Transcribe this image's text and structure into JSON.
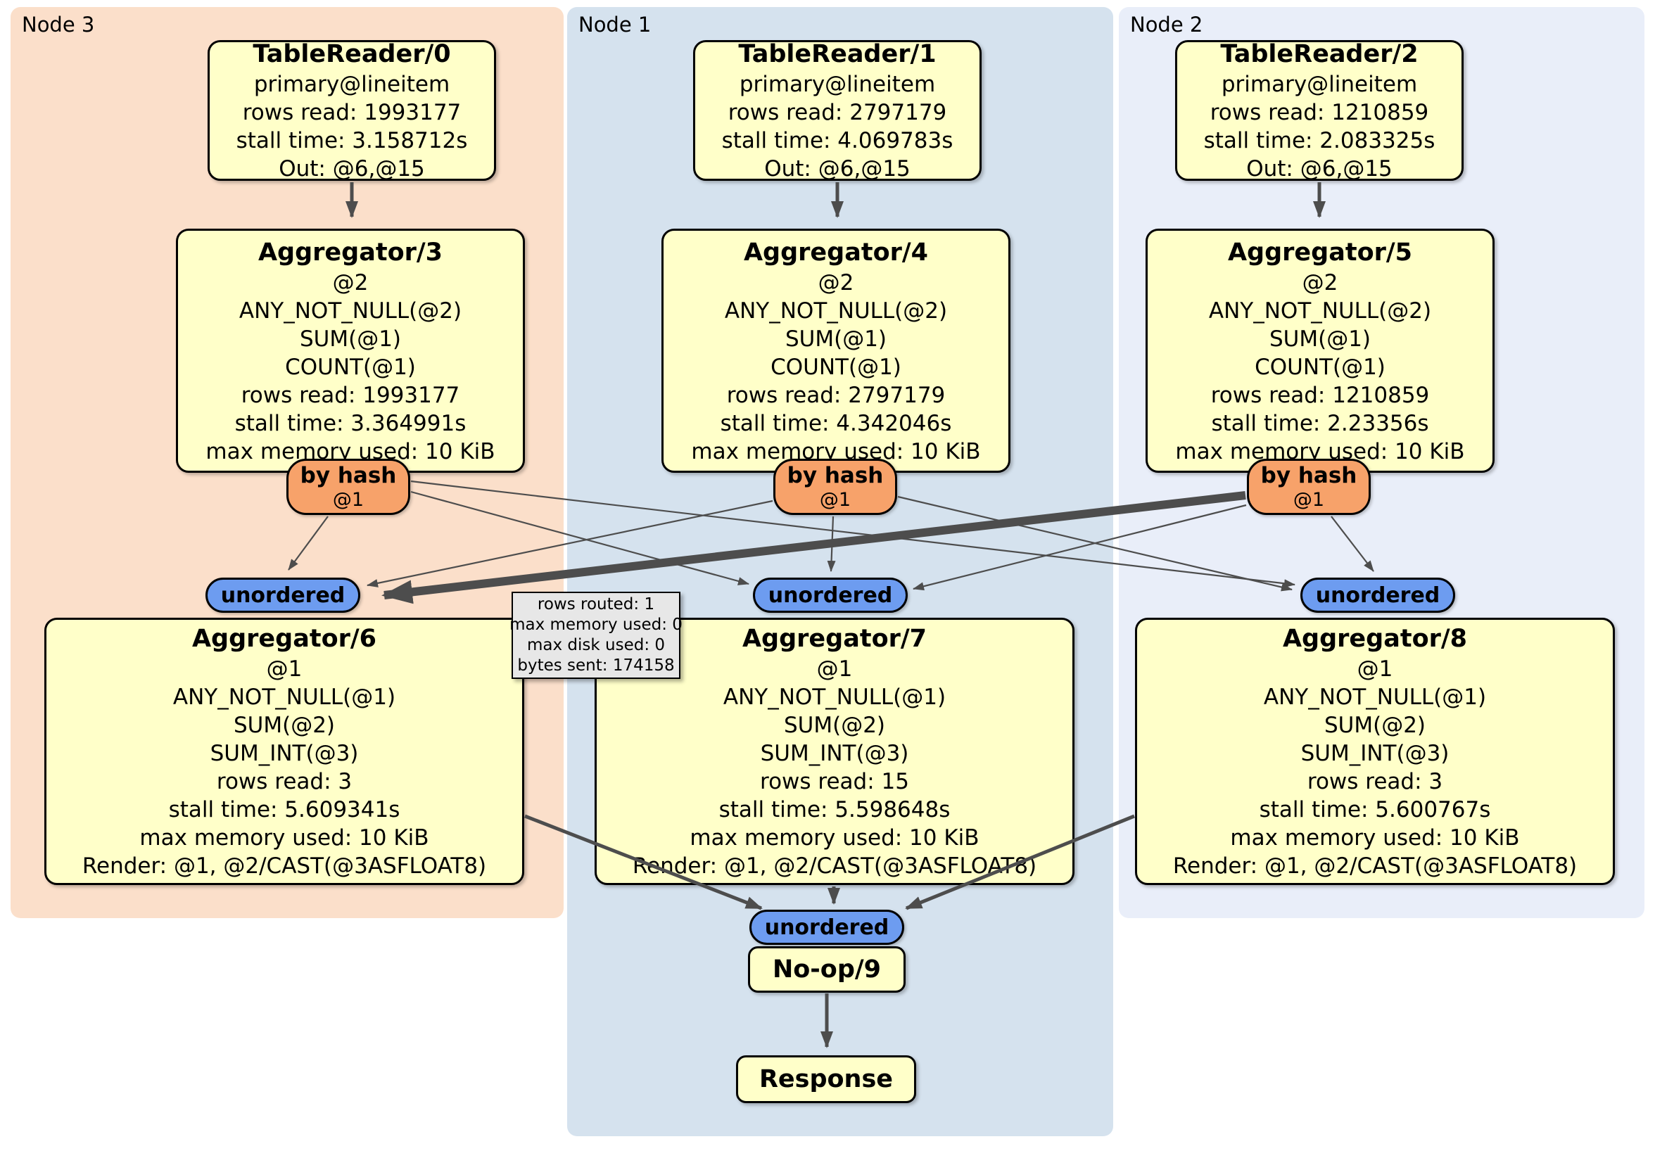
{
  "panels": {
    "node3": {
      "label": "Node 3"
    },
    "node1": {
      "label": "Node 1"
    },
    "node2": {
      "label": "Node 2"
    }
  },
  "processors": {
    "tr0": {
      "title": "TableReader/0",
      "lines": [
        "primary@lineitem",
        "rows read: 1993177",
        "stall time: 3.158712s",
        "Out: @6,@15"
      ]
    },
    "tr1": {
      "title": "TableReader/1",
      "lines": [
        "primary@lineitem",
        "rows read: 2797179",
        "stall time: 4.069783s",
        "Out: @6,@15"
      ]
    },
    "tr2": {
      "title": "TableReader/2",
      "lines": [
        "primary@lineitem",
        "rows read: 1210859",
        "stall time: 2.083325s",
        "Out: @6,@15"
      ]
    },
    "agg3": {
      "title": "Aggregator/3",
      "lines": [
        "@2",
        "ANY_NOT_NULL(@2)",
        "SUM(@1)",
        "COUNT(@1)",
        "rows read: 1993177",
        "stall time: 3.364991s",
        "max memory used: 10 KiB"
      ]
    },
    "agg4": {
      "title": "Aggregator/4",
      "lines": [
        "@2",
        "ANY_NOT_NULL(@2)",
        "SUM(@1)",
        "COUNT(@1)",
        "rows read: 2797179",
        "stall time: 4.342046s",
        "max memory used: 10 KiB"
      ]
    },
    "agg5": {
      "title": "Aggregator/5",
      "lines": [
        "@2",
        "ANY_NOT_NULL(@2)",
        "SUM(@1)",
        "COUNT(@1)",
        "rows read: 1210859",
        "stall time: 2.23356s",
        "max memory used: 10 KiB"
      ]
    },
    "agg6": {
      "title": "Aggregator/6",
      "lines": [
        "@1",
        "ANY_NOT_NULL(@1)",
        "SUM(@2)",
        "SUM_INT(@3)",
        "rows read: 3",
        "stall time: 5.609341s",
        "max memory used: 10 KiB",
        "Render: @1, @2/CAST(@3ASFLOAT8)"
      ]
    },
    "agg7": {
      "title": "Aggregator/7",
      "lines": [
        "@1",
        "ANY_NOT_NULL(@1)",
        "SUM(@2)",
        "SUM_INT(@3)",
        "rows read: 15",
        "stall time: 5.598648s",
        "max memory used: 10 KiB",
        "Render: @1, @2/CAST(@3ASFLOAT8)"
      ]
    },
    "agg8": {
      "title": "Aggregator/8",
      "lines": [
        "@1",
        "ANY_NOT_NULL(@1)",
        "SUM(@2)",
        "SUM_INT(@3)",
        "rows read: 3",
        "stall time: 5.600767s",
        "max memory used: 10 KiB",
        "Render: @1, @2/CAST(@3ASFLOAT8)"
      ]
    },
    "noop": {
      "title": "No-op/9"
    },
    "response": {
      "title": "Response"
    }
  },
  "routers": {
    "r3": {
      "label": "by hash",
      "detail": "@1"
    },
    "r4": {
      "label": "by hash",
      "detail": "@1"
    },
    "r5": {
      "label": "by hash",
      "detail": "@1"
    }
  },
  "syncs": {
    "s6": {
      "label": "unordered"
    },
    "s7": {
      "label": "unordered"
    },
    "s8": {
      "label": "unordered"
    },
    "s9": {
      "label": "unordered"
    }
  },
  "tooltip": {
    "lines": [
      "rows routed: 1",
      "max memory used: 0",
      "max disk used: 0",
      "bytes sent: 174158"
    ]
  },
  "colors": {
    "node3_bg": "#fbdfca",
    "node1_bg": "#d5e2ee",
    "node2_bg": "#e9eef9",
    "processor_bg": "#ffffc9",
    "router_bg": "#f7a26a",
    "sync_bg": "#6d9cf0",
    "tooltip_bg": "#e7e7e7",
    "edge": "#4d4d4d"
  }
}
